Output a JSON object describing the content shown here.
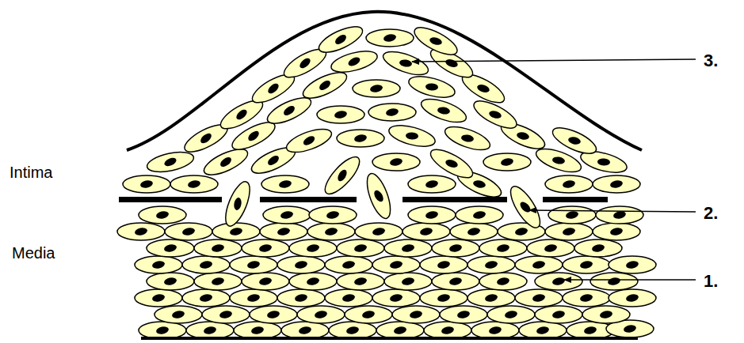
{
  "diagram": {
    "labels": [
      "3.",
      "Intima",
      "2.",
      "Media",
      "1."
    ]
  }
}
